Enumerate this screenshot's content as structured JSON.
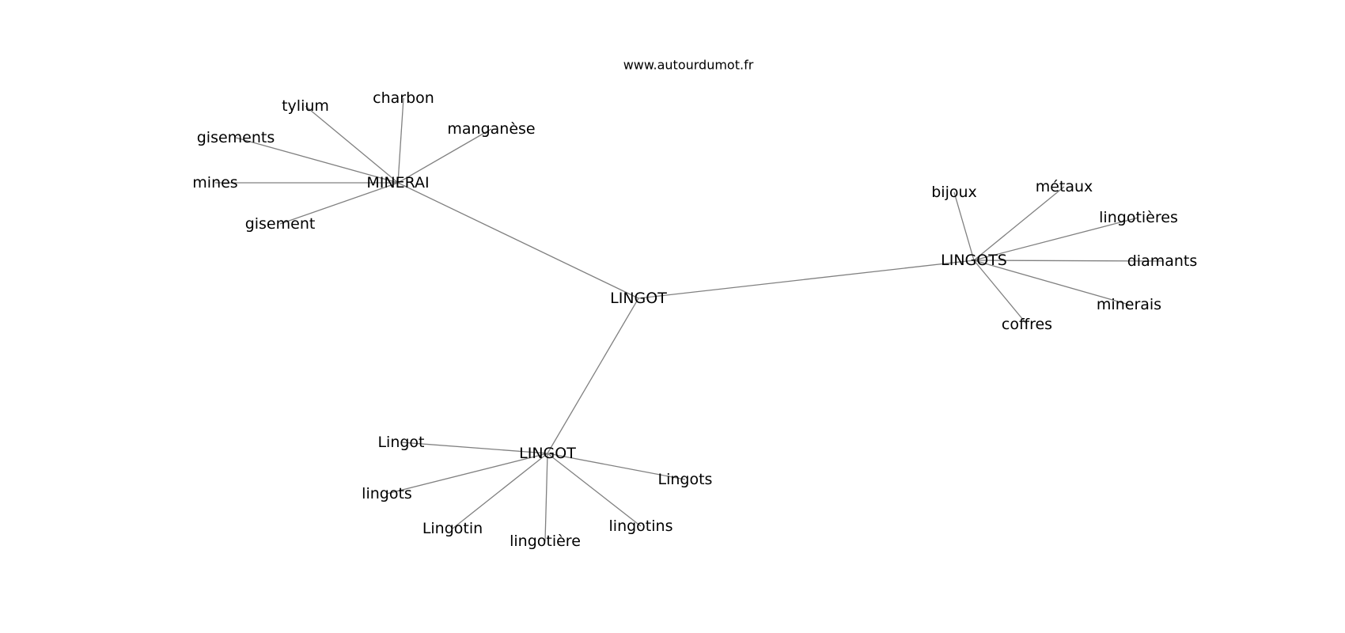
{
  "watermark": "www.autourdumot.fr",
  "nodes": [
    {
      "id": "lingot-center",
      "label": "LINGOT"
    },
    {
      "id": "minerai",
      "label": "MINERAI"
    },
    {
      "id": "lingots-hub",
      "label": "LINGOTS"
    },
    {
      "id": "lingot-hub",
      "label": "LINGOT"
    },
    {
      "id": "tylium",
      "label": "tylium"
    },
    {
      "id": "charbon",
      "label": "charbon"
    },
    {
      "id": "manganese",
      "label": "manganèse"
    },
    {
      "id": "gisements",
      "label": "gisements"
    },
    {
      "id": "mines",
      "label": "mines"
    },
    {
      "id": "gisement",
      "label": "gisement"
    },
    {
      "id": "bijoux",
      "label": "bijoux"
    },
    {
      "id": "metaux",
      "label": "métaux"
    },
    {
      "id": "lingotieres",
      "label": "lingotières"
    },
    {
      "id": "diamants",
      "label": "diamants"
    },
    {
      "id": "minerais",
      "label": "minerais"
    },
    {
      "id": "coffres",
      "label": "coffres"
    },
    {
      "id": "Lingot-leaf",
      "label": "Lingot"
    },
    {
      "id": "lingots-leaf",
      "label": "lingots"
    },
    {
      "id": "Lingotin",
      "label": "Lingotin"
    },
    {
      "id": "lingotiere",
      "label": "lingotière"
    },
    {
      "id": "lingotins",
      "label": "lingotins"
    },
    {
      "id": "Lingots-leaf",
      "label": "Lingots"
    }
  ],
  "edges": [
    [
      "lingot-center",
      "minerai"
    ],
    [
      "lingot-center",
      "lingots-hub"
    ],
    [
      "lingot-center",
      "lingot-hub"
    ],
    [
      "minerai",
      "tylium"
    ],
    [
      "minerai",
      "charbon"
    ],
    [
      "minerai",
      "manganese"
    ],
    [
      "minerai",
      "gisements"
    ],
    [
      "minerai",
      "mines"
    ],
    [
      "minerai",
      "gisement"
    ],
    [
      "lingots-hub",
      "bijoux"
    ],
    [
      "lingots-hub",
      "metaux"
    ],
    [
      "lingots-hub",
      "lingotieres"
    ],
    [
      "lingots-hub",
      "diamants"
    ],
    [
      "lingots-hub",
      "minerais"
    ],
    [
      "lingots-hub",
      "coffres"
    ],
    [
      "lingot-hub",
      "Lingot-leaf"
    ],
    [
      "lingot-hub",
      "lingots-leaf"
    ],
    [
      "lingot-hub",
      "Lingotin"
    ],
    [
      "lingot-hub",
      "lingotiere"
    ],
    [
      "lingot-hub",
      "lingotins"
    ],
    [
      "lingot-hub",
      "Lingots-leaf"
    ]
  ]
}
